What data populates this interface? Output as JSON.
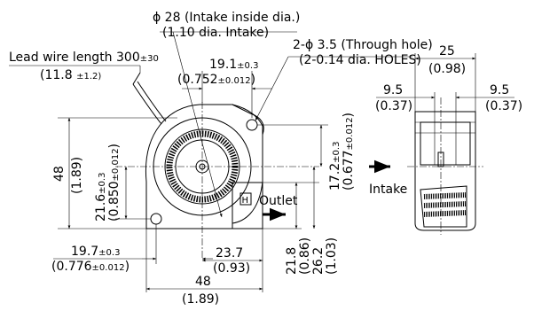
{
  "labels": {
    "intake_dia_top": "ϕ 28 (Intake inside dia.)",
    "intake_dia_bottom": "(1.10 dia. Intake)",
    "through_hole_top": "2-ϕ 3.5 (Through hole)",
    "through_hole_bottom": "(2-0.14 dia. HOLES)",
    "lead_wire_main": "Lead wire length 300",
    "lead_wire_tol": "±30",
    "lead_wire_in_main": "(11.8 ",
    "lead_wire_in_tol": "±1.2)",
    "hole_spacing_main": "19.1",
    "hole_spacing_tol": "±0.3",
    "hole_spacing_in_a": "(0.752",
    "hole_spacing_in_tol": "±0.012",
    "hole_spacing_in_b": ")",
    "height_mm": "48",
    "height_in": "(1.89)",
    "center_v_main": "21.6",
    "center_v_tol": "±0.3",
    "center_v_in_a": "(0.850",
    "center_v_in_tol": "±0.012",
    "center_v_in_b": ")",
    "right_v_main": "17.2",
    "right_v_tol": "±0.3",
    "right_v_in_a": "(0.677",
    "right_v_in_tol": "±0.012",
    "right_v_in_b": ")",
    "ul_mark": "H",
    "outlet": "Outlet",
    "bottom_h_main": "19.7",
    "bottom_h_tol": "±0.3",
    "bottom_h_in_a": "(0.776",
    "bottom_h_in_tol": "±0.012",
    "bottom_h_in_b": ")",
    "outlet_w_mm": "23.7",
    "outlet_w_in": "(0.93)",
    "outlet_h1_mm": "21.8",
    "outlet_h1_in": "(0.86)",
    "outlet_h2_mm": "26.2",
    "outlet_h2_in": "(1.03)",
    "width_mm": "48",
    "width_in": "(1.89)",
    "side_w_mm": "25",
    "side_w_in": "(0.98)",
    "side_left_mm": "9.5",
    "side_left_in": "(0.37)",
    "side_right_mm": "9.5",
    "side_right_in": "(0.37)",
    "intake": "Intake"
  }
}
